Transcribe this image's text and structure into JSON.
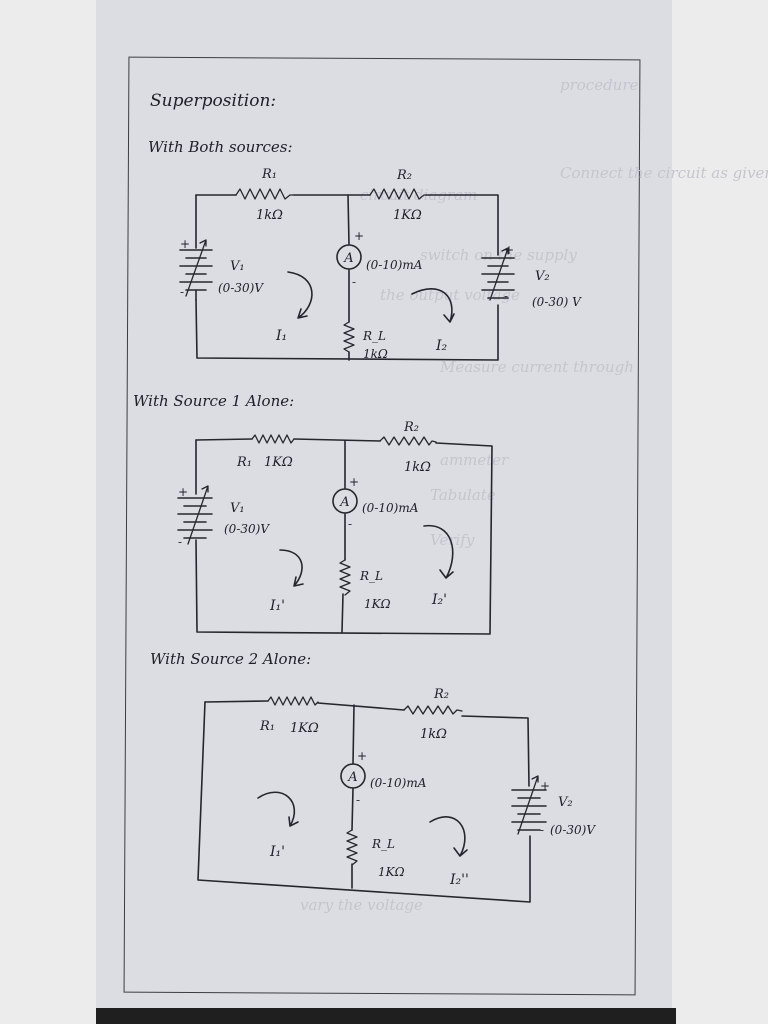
{
  "page_title": "Superposition:",
  "sections": [
    {
      "heading": "With Both sources:",
      "r1_label": "R₁",
      "r1_value": "1kΩ",
      "r2_label": "R₂",
      "r2_value": "1KΩ",
      "ammeter_symbol": "A",
      "ammeter_range": "(0-10)mA",
      "v1_label": "V₁",
      "v1_range": "(0-30)V",
      "v2_label": "V₂",
      "v2_range": "(0-30) V",
      "rl_label": "R_L",
      "rl_value": "1kΩ",
      "i1_label": "I₁",
      "i2_label": "I₂"
    },
    {
      "heading": "With Source 1 Alone:",
      "r1_label": "R₁",
      "r1_value": "1KΩ",
      "r2_label": "R₂",
      "r2_value": "1kΩ",
      "ammeter_symbol": "A",
      "ammeter_range": "(0-10)mA",
      "v1_label": "V₁",
      "v1_range": "(0-30)V",
      "rl_label": "R_L",
      "rl_value": "1KΩ",
      "i1_label": "I₁'",
      "i2_label": "I₂'"
    },
    {
      "heading": "With Source 2 Alone:",
      "r1_label": "R₁",
      "r1_value": "1KΩ",
      "r2_label": "R₂",
      "r2_value": "1kΩ",
      "ammeter_symbol": "A",
      "ammeter_range": "(0-10)mA",
      "v2_label": "V₂",
      "v2_range": "(0-30)V",
      "rl_label": "R_L",
      "rl_value": "1KΩ",
      "i1_label": "I₁'",
      "i2_label": "I₂''"
    }
  ],
  "bleed_through": [
    "procedure",
    "Connect the circuit as given",
    "circuit diagram",
    "switch on the supply",
    "the output voltage",
    "Measure current through",
    "ammeter",
    "Tabulate",
    "Verify",
    "vary the voltage"
  ],
  "colors": {
    "ink": "#26262e",
    "paper": "#dcdde2"
  }
}
